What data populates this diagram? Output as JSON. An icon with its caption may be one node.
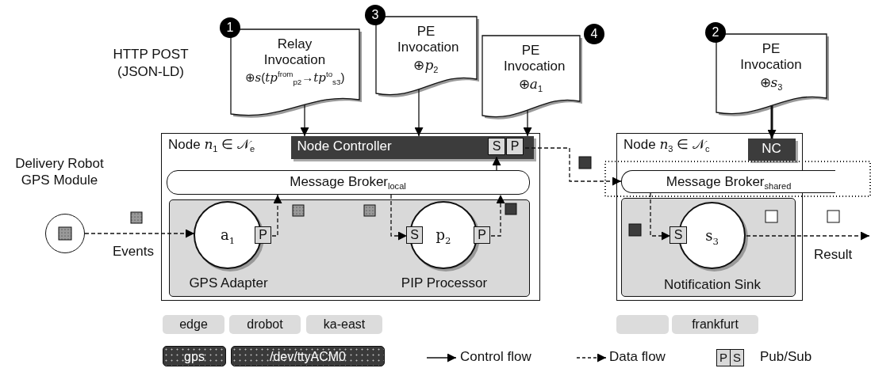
{
  "diagram": {
    "nodes": [
      {
        "text": [
          "Relay Invocation",
          "⊕*s*(*tp*$^{from}$$_{p2}$→*tp*$^{to}$$_{s3}$)"
        ],
        "beside": [
          "1"
        ]
      },
      {
        "text": [
          "PE Invocation",
          "⊕*p*$_{2}$"
        ],
        "beside": [
          "3"
        ]
      },
      {
        "text": [
          "PE Invocation",
          "⊕*a*$_{1}$"
        ],
        "beside": [
          "4"
        ]
      },
      {
        "text": [
          "PE Invocation",
          "⊕*s*$_{3}$"
        ],
        "beside": [
          "2"
        ]
      },
      {
        "text": [],
        "shape": "circle",
        "beside": [
          "Delivery Robot GPS Module"
        ]
      },
      {
        "text": [
          "Node *n*$_{1}$ ∈ 𝒩$_{e}$"
        ]
      },
      {
        "text": [
          "Node Controller"
        ],
        "in": 5
      },
      {
        "text": [
          "S"
        ],
        "in": 6
      },
      {
        "text": [
          "P"
        ],
        "in": 6
      },
      {
        "text": [
          "Message Broker$_{local}$"
        ],
        "in": 5
      },
      {
        "text": [],
        "shape": "box",
        "in": 5
      },
      {
        "text": [
          "a$_{1}$"
        ],
        "in": 10,
        "beside": [
          "GPS Adapter"
        ]
      },
      {
        "text": [
          "P"
        ],
        "in": 10
      },
      {
        "text": [
          "S"
        ],
        "in": 10
      },
      {
        "text": [
          "p$_{2}$"
        ],
        "in": 10,
        "beside": [
          "PIP Processor"
        ]
      },
      {
        "text": [
          "P"
        ],
        "in": 10
      },
      {
        "text": [
          "Node *n*$_{3}$ ∈ 𝒩$_{c}$"
        ]
      },
      {
        "text": [
          "NC"
        ],
        "in": 16
      },
      {
        "text": [
          "Message Broker$_{shared}$"
        ]
      },
      {
        "text": [],
        "shape": "box",
        "in": 16
      },
      {
        "text": [
          "S"
        ],
        "in": 19
      },
      {
        "text": [
          "s$_{3}$"
        ],
        "in": 19,
        "beside": [
          "Notification Sink"
        ]
      },
      {
        "text": [
          "edge"
        ]
      },
      {
        "text": [
          "drobot"
        ]
      },
      {
        "text": [
          "ka-east"
        ]
      },
      {
        "text": [],
        "shape": "box"
      },
      {
        "text": [
          "frankfurt"
        ]
      },
      {
        "text": [
          "gps"
        ]
      },
      {
        "text": [
          "/dev/ttyACM0"
        ]
      }
    ],
    "edges": [
      {
        "from": 0,
        "to": 6,
        "arrow": "to"
      },
      {
        "from": 1,
        "to": 6,
        "arrow": "to"
      },
      {
        "from": 2,
        "to": 6,
        "arrow": "to"
      },
      {
        "from": 3,
        "to": 17,
        "arrow": "to",
        "style": "thick"
      },
      {
        "from": 4,
        "to": 11,
        "arrow": "to",
        "style": "dashed",
        "label": "Events"
      },
      {
        "from": 12,
        "to": 9,
        "arrow": "to",
        "style": "dashed"
      },
      {
        "from": 9,
        "to": 13,
        "arrow": "to",
        "style": "dashed"
      },
      {
        "from": 15,
        "to": 9,
        "arrow": "to",
        "style": "dashed"
      },
      {
        "from": 9,
        "to": 7,
        "arrow": "to"
      },
      {
        "from": 8,
        "to": 18,
        "arrow": "to",
        "style": "dashed"
      },
      {
        "from": 18,
        "to": 20,
        "arrow": "to",
        "style": "dashed"
      },
      {
        "from": 21,
        "to": null,
        "arrow": "to",
        "style": "dashed",
        "label": "Result"
      }
    ],
    "labels": [
      "HTTP POST (JSON-LD)",
      "P",
      "S"
    ],
    "legend": [
      {
        "text": "Control flow"
      },
      {
        "text": "Data flow"
      },
      {
        "text": "Pub/Sub"
      }
    ]
  }
}
